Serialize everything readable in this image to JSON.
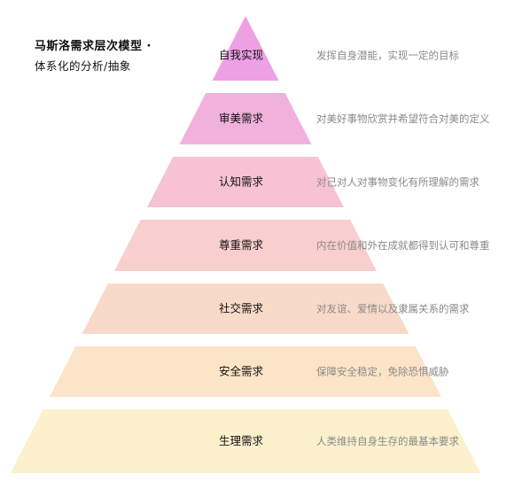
{
  "title": {
    "line1": "马斯洛需求层次模型 ·",
    "line2": "体系化的分析/抽象"
  },
  "levels": [
    {
      "label": "自我实现",
      "description": "发挥自身潜能，实现一定的目标",
      "color": "#eea0e5"
    },
    {
      "label": "审美需求",
      "description": "对美好事物欣赏并希望符合对美的定义",
      "color": "#f1b1dd"
    },
    {
      "label": "认知需求",
      "description": "对己对人对事物变化有所理解的需求",
      "color": "#f6c2d4"
    },
    {
      "label": "尊重需求",
      "description": "内在价值和外在成就都得到认可和尊重",
      "color": "#f8cfcc"
    },
    {
      "label": "社交需求",
      "description": "对友谊、爱情以及隶属关系的需求",
      "color": "#f9dac9"
    },
    {
      "label": "安全需求",
      "description": "保障安全稳定，免除恐惧威胁",
      "color": "#fbe4c7"
    },
    {
      "label": "生理需求",
      "description": "人类维持自身生存的最基本要求",
      "color": "#fcf0cd"
    }
  ]
}
